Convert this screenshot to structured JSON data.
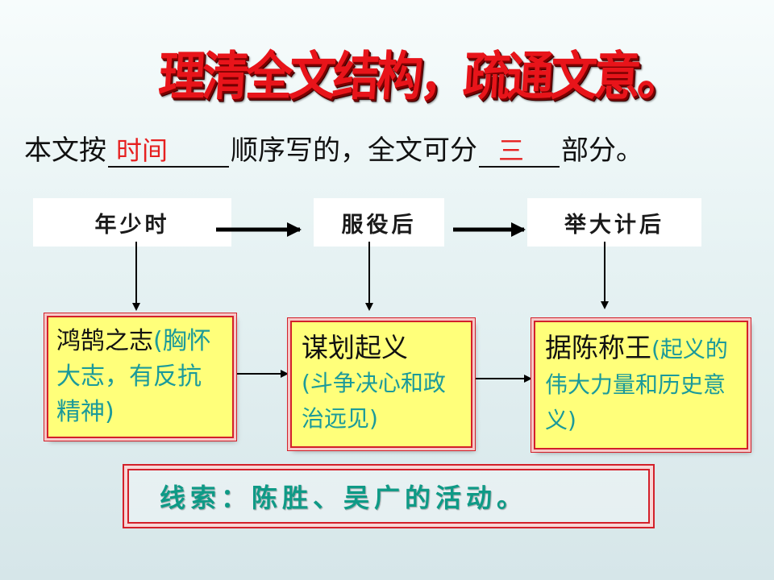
{
  "title": "理清全文结构，疏通文意。",
  "question": {
    "part1": "本文按",
    "answer1": "时间",
    "part2": "顺序写的，全文可分",
    "answer2": "三",
    "part3": "部分。"
  },
  "stages": [
    {
      "label": "年少时"
    },
    {
      "label": "服役后"
    },
    {
      "label": "举大计后"
    }
  ],
  "boxes": [
    {
      "head": "鸿鹄之志",
      "note": "(胸怀大志，有反抗精神)"
    },
    {
      "head": "谋划起义",
      "note": "(斗争决心和政治远见)"
    },
    {
      "head": "据陈称王",
      "note": "(起义的伟大力量和历史意义)"
    }
  ],
  "clue": "线索：陈胜、吴广的活动。",
  "colors": {
    "title": "#e8141a",
    "answer": "#e62020",
    "note": "#1b9a9a",
    "box_fill": "#ffff7a",
    "box_border": "#d3202a",
    "clue_text": "#0e9a86"
  }
}
